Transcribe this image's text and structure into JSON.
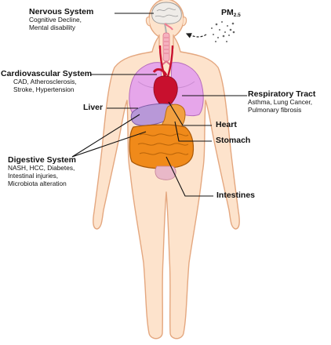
{
  "pm": {
    "main": "PM",
    "sub": "2.5"
  },
  "labels": {
    "nervous": {
      "title": "Nervous System",
      "desc": [
        "Cognitive Decline,",
        "Mental disability"
      ]
    },
    "cardio": {
      "title": "Cardiovascular System",
      "desc": [
        "CAD, Atherosclerosis,",
        "Stroke, Hypertension"
      ]
    },
    "liver": {
      "title": "Liver"
    },
    "respiratory": {
      "title": "Respiratory Tract",
      "desc": [
        "Asthma, Lung Cancer,",
        "Pulmonary fibrosis"
      ]
    },
    "heart": {
      "title": "Heart"
    },
    "stomach": {
      "title": "Stomach"
    },
    "digestive": {
      "title": "Digestive System",
      "desc": [
        "NASH, HCC, Diabetes,",
        "Intestinal injuries,",
        "Microbiota alteration"
      ]
    },
    "intestines": {
      "title": "Intestines"
    }
  },
  "colors": {
    "skin": "#fde3cc",
    "skin_outline": "#e4a77f",
    "brain": "#efece8",
    "lungs": "#e6a6ea",
    "heart": "#c8102e",
    "liver": "#b898d8",
    "stomach": "#f2a040",
    "intestines": "#f08a1a",
    "bladder": "#e9b8c8",
    "vessels": "#c8102e",
    "airway": "#f07a90"
  }
}
